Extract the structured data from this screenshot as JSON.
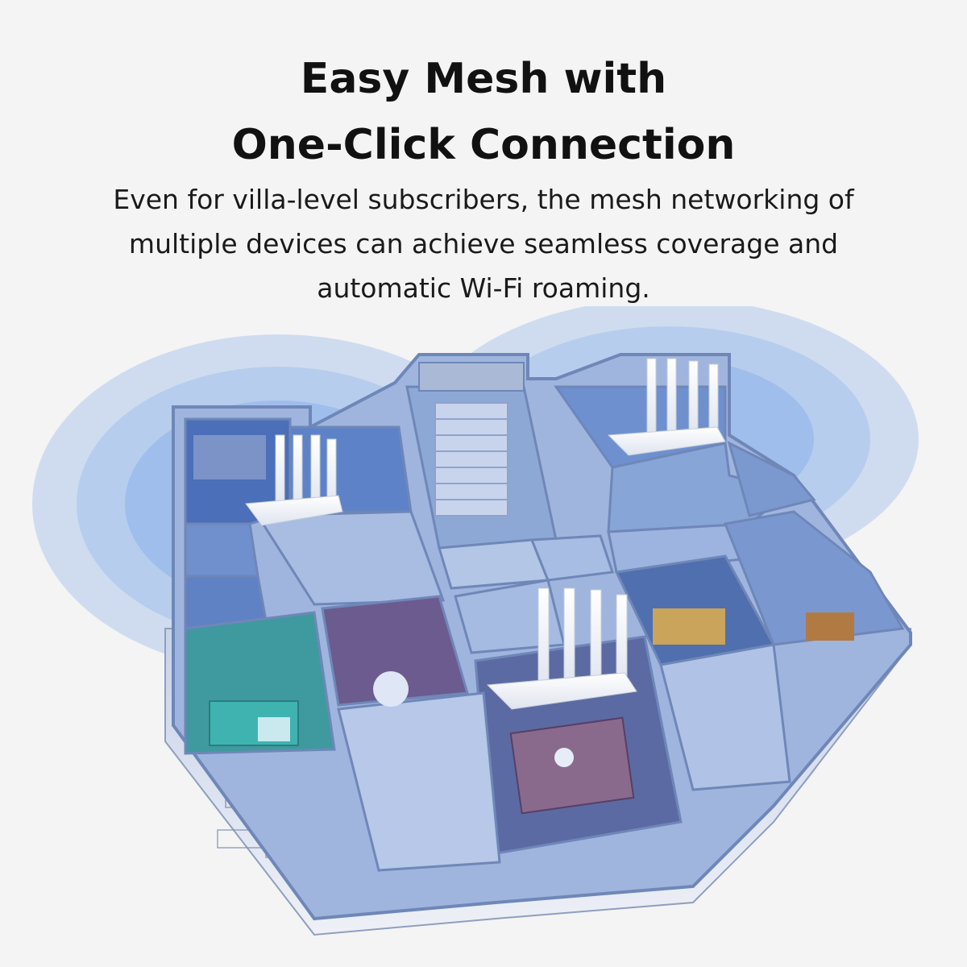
{
  "headline": {
    "line1": "Easy Mesh with",
    "line2": "One-Click Connection"
  },
  "description": {
    "line1": "Even for villa-level subscribers, the mesh networking of",
    "line2": "multiple devices can achieve seamless coverage and",
    "line3": "automatic Wi-Fi roaming."
  },
  "colors": {
    "background": "#f4f4f4",
    "signal": "#3f7fe0",
    "wall": "#8aa7d6",
    "router": "#ffffff"
  },
  "illustration": {
    "router_count": 3,
    "icons": [
      "building-floorplan-illustration",
      "wifi-router-icon",
      "signal-wave-icon"
    ]
  }
}
